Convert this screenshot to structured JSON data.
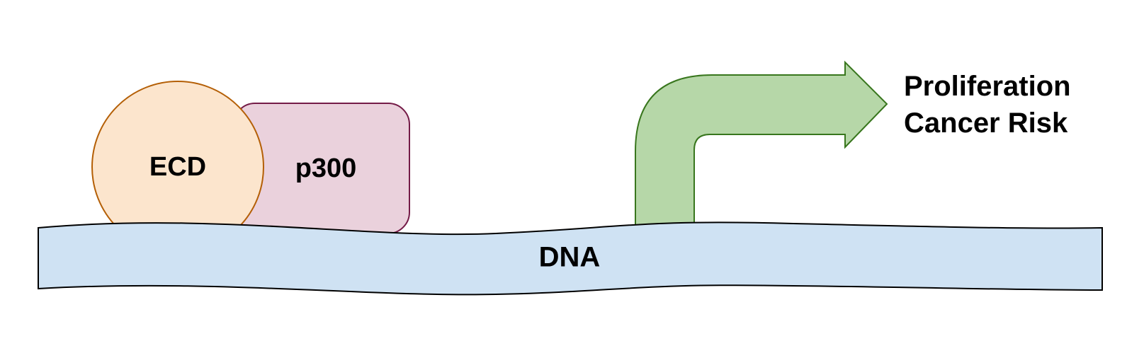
{
  "diagram": {
    "ecd_label": "ECD",
    "p300_label": "p300",
    "dna_label": "DNA",
    "outcome_lines": [
      "Proliferation",
      "Cancer Risk"
    ]
  },
  "colors": {
    "ecd_fill": "#fce5cd",
    "ecd_stroke": "#b45f06",
    "p300_fill": "#ead1dc",
    "p300_stroke": "#741b47",
    "dna_fill": "#cfe2f3",
    "dna_stroke": "#000000",
    "arrow_fill": "#b6d7a8",
    "arrow_stroke": "#38761d"
  },
  "icons": {
    "transcription_arrow": "bent-arrow-icon"
  }
}
